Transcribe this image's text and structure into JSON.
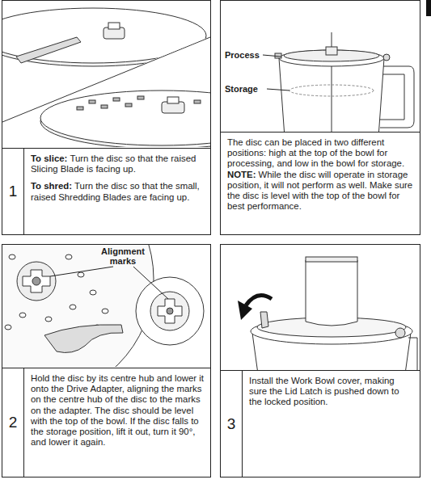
{
  "diagram": {
    "nodes": [
      {
        "text": [
          "1",
          "To slice:",
          "Turn the disc so that the raised Slicing Blade is facing up.",
          "To shred:",
          "Turn the disc so that the small, raised Shredding Blades are facing up."
        ]
      },
      {
        "text": [
          "The disc can be placed in two different positions: high at the top of the bowl for processing, and low in the bowl for storage.",
          "NOTE:",
          "While the disc will operate in storage position, it will not perform as well. Make sure the disc is level with the top of the bowl for best performance."
        ]
      },
      {
        "text": [
          "2",
          "Hold the disc by its centre hub and lower it onto the Drive Adapter, aligning the marks on the centre hub of the disc to the marks on the adapter. The disc should be level with the top of the bowl. If the disc falls to the storage position, lift it out, turn it 90°, and lower it again."
        ]
      },
      {
        "text": [
          "3",
          "Install the Work Bowl cover, making sure the Lid Latch is pushed down to the locked position."
        ]
      }
    ],
    "labels": [
      "Process",
      "Storage",
      "Alignment marks"
    ]
  }
}
